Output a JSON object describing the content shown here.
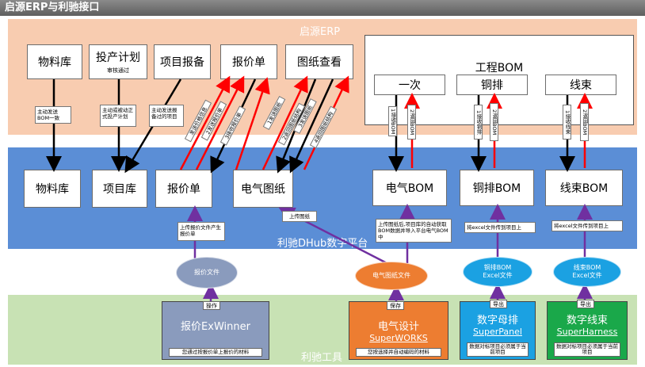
{
  "window": {
    "title": "启源ERP与利驰接口"
  },
  "zones": {
    "erp": "启源ERP",
    "hub": "利驰DHub数字平台",
    "tools": "利驰工具"
  },
  "erp": {
    "material": "物料库",
    "plan": "投产计划",
    "plan_sub": "审核通过",
    "project_report": "项目报备",
    "quote": "报价单",
    "drawing_view": "图纸查看",
    "bom_group_title": "工程BOM",
    "bom_primary": "一次",
    "bom_copper": "铜排",
    "bom_harness": "线束"
  },
  "hub": {
    "material": "物料库",
    "project": "项目库",
    "quote": "报价单",
    "drawing": "电气图纸",
    "elec_bom": "电气BOM",
    "copper_bom": "铜排BOM",
    "harness_bom": "线束BOM"
  },
  "notes": {
    "n1": "主动发送BOM一致",
    "n2": "主动或被动正式投产计划",
    "n3": "主动发送报备过的项目",
    "r_quote1": "发送价格信息",
    "r_quote2": "2发送报价单",
    "r_quote3": "3接收报价单",
    "r_draw1": "1发送图纸",
    "r_draw2": "2返回图纸结构",
    "r_draw3": "3发送图纸",
    "r_draw4": "4返回图纸结构",
    "v_primary1": "1接收BOM",
    "v_primary2": "2返回BOM",
    "v_copper1": "1接收铜排",
    "v_copper2": "2返回BOM",
    "v_harness1": "1接收线束",
    "v_harness2": "2返回BOM",
    "upload_drawing": "上传图纸",
    "upload_quote": "上传报价文件产生报价单",
    "elec_bom_note": "上传图纸后,项目库的自动获取BOM数据并导入平台电气BOM中",
    "copper_note": "将excel文件传到项目上",
    "harness_note": "将excel文件传到项目上"
  },
  "files": {
    "quote": "报价文件",
    "drawing": "电气图纸文件",
    "copper": "铜排BOM Excel文件",
    "harness": "线束BOM Excel文件"
  },
  "tools": {
    "quote_tool": "报价ExWinner",
    "quote_desc": "您通过按报价单上报价的材料",
    "quote_action": "操作",
    "elec_t1": "电气设计",
    "elec_t2": "SuperWORKS",
    "elec_desc": "您按选择并自动编码的材料",
    "elec_action": "保存",
    "copper_t1": "数字母排",
    "copper_t2": "SuperPanel",
    "copper_desc": "数据对标项目必须属于当前项目",
    "copper_action": "导出",
    "harness_t1": "数字线束",
    "harness_t2": "SuperHarness",
    "harness_desc": "数据对标项目必须属于当前项目",
    "harness_action": "导出"
  },
  "colors": {
    "erp_zone": "#f8ccb0",
    "hub_zone": "#5b8ed6",
    "tools_zone": "#c8e2b4",
    "arrow_black": "#000000",
    "arrow_red": "#ff0000",
    "arrow_purple": "#7030a0",
    "quote_file": "#8a9bbd",
    "drawing_file": "#ed7d31",
    "bom_file": "#1ba1e2",
    "quote_tool": "#8a9bbd",
    "elec_tool": "#ed7d31",
    "copper_tool": "#1ba1e2",
    "harness_tool": "#1aa84a"
  }
}
